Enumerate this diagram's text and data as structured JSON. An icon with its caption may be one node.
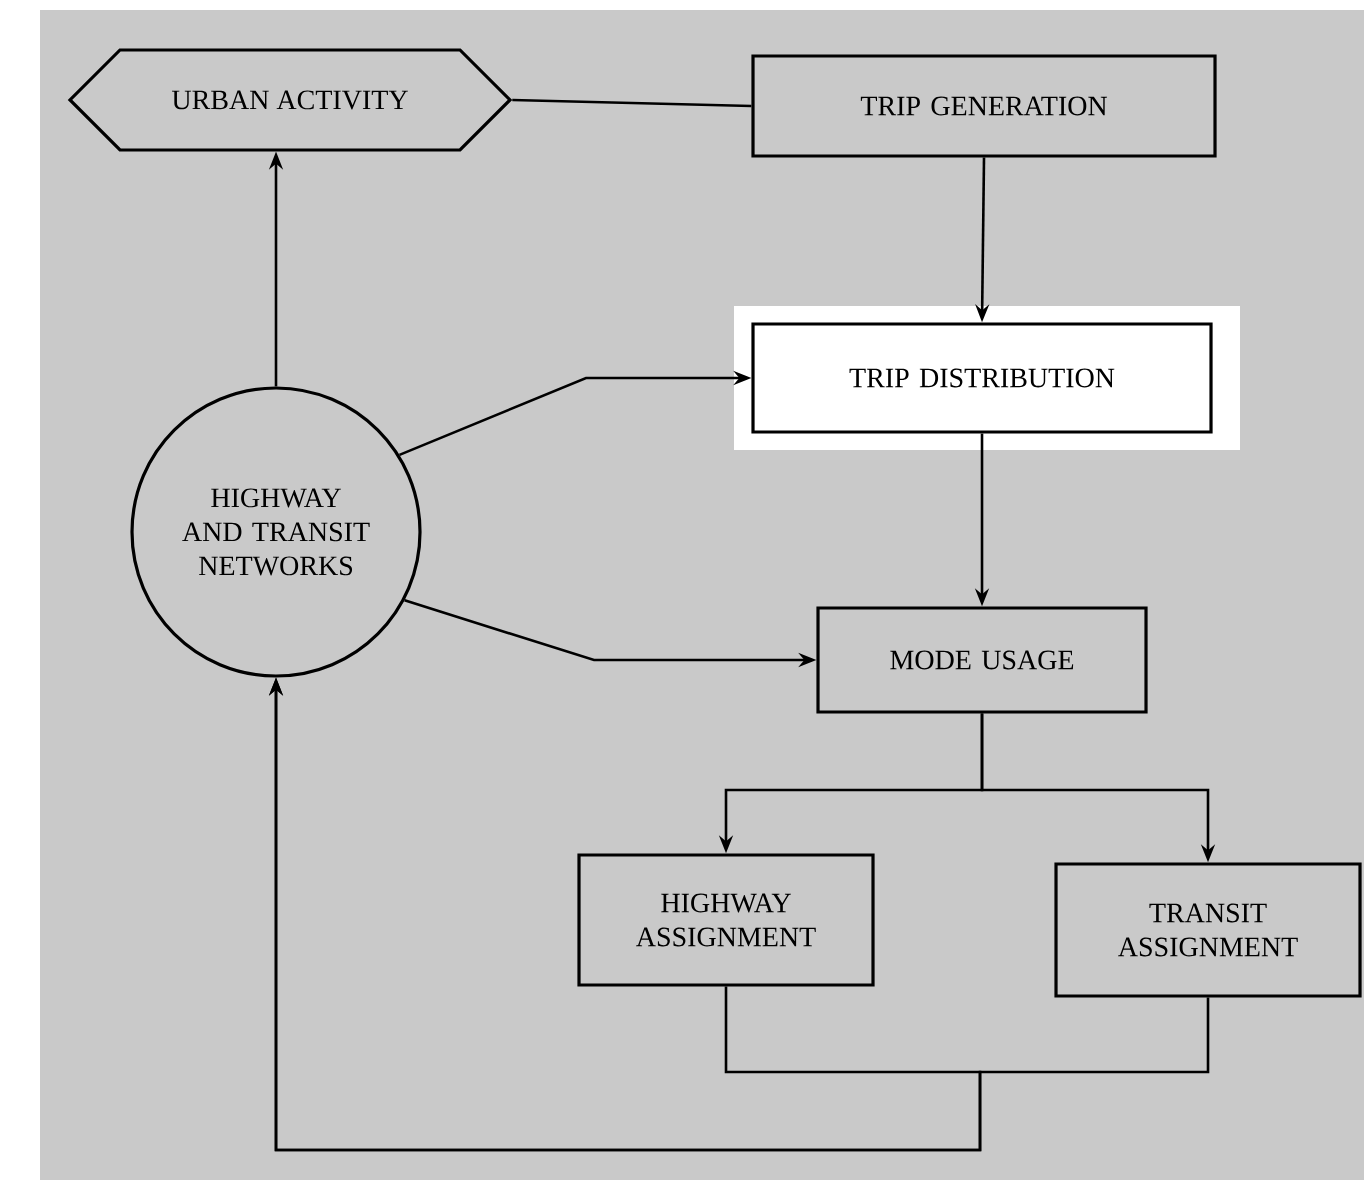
{
  "diagram": {
    "nodes": [
      {
        "text": [
          "URBAN ACTIVITY"
        ]
      },
      {
        "text": [
          "TRIP GENERATION"
        ]
      },
      {
        "text": [
          "TRIP DISTRIBUTION"
        ]
      },
      {
        "text": [
          "HIGHWAY AND TRANSIT NETWORKS"
        ]
      },
      {
        "text": [
          "MODE USAGE"
        ]
      },
      {
        "text": [
          "HIGHWAY ASSIGNMENT"
        ]
      },
      {
        "text": [
          "TRANSIT ASSIGNMENT"
        ]
      }
    ],
    "edges": [
      {
        "from": 0,
        "to": 1,
        "arrow": "none"
      },
      {
        "from": 1,
        "to": 2,
        "arrow": "to"
      },
      {
        "from": 3,
        "to": 2,
        "arrow": "to"
      },
      {
        "from": 2,
        "to": 4,
        "arrow": "to"
      },
      {
        "from": 3,
        "to": 4,
        "arrow": "to"
      },
      {
        "from": 3,
        "to": 0,
        "arrow": "to"
      },
      {
        "from": 4,
        "to": 5,
        "arrow": "to"
      },
      {
        "from": 4,
        "to": 6,
        "arrow": "to"
      },
      {
        "from": 5,
        "to": 3,
        "arrow": "to"
      },
      {
        "from": 6,
        "to": 3,
        "arrow": "to"
      }
    ]
  }
}
